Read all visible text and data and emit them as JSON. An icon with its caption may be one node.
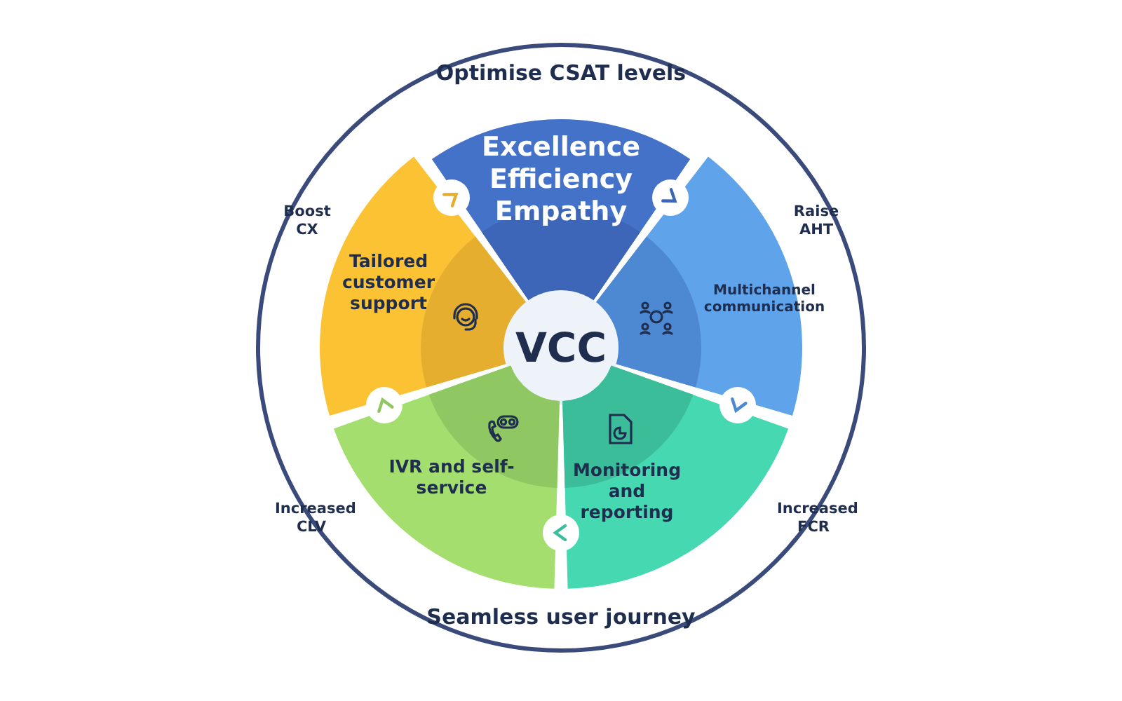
{
  "diagram": {
    "nodes": [
      {
        "text": [
          "Excellence Efficiency Empathy"
        ]
      },
      {
        "text": [
          "Tailored customer support"
        ]
      },
      {
        "text": [
          "Multichannel communication"
        ]
      },
      {
        "text": [
          "VCC"
        ]
      },
      {
        "text": [
          "IVR and self-service"
        ]
      },
      {
        "text": [
          "Monitoring and reporting"
        ]
      }
    ],
    "edges": [],
    "labels": [
      "Optimise CSAT levels",
      "Boost CX",
      "Raise AHT",
      "Increased CLV",
      "Increased FCR",
      "Seamless user journey"
    ]
  }
}
